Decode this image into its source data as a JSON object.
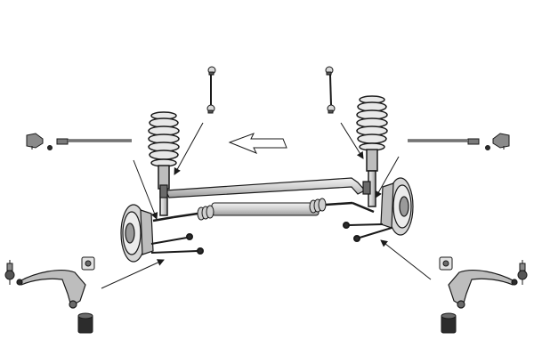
{
  "diagram": {
    "description_free": true,
    "colors": {
      "background": "#ffffff",
      "line": "#1a1a1a",
      "part_light": "#e2e2e2",
      "part_mid": "#bdbdbd",
      "part_dark": "#6a6a6a",
      "part_black": "#2c2c2c"
    },
    "parts": [
      "stabilizer-link-left",
      "stabilizer-link-right",
      "coil-spring-left",
      "coil-spring-right",
      "tie-rod-left",
      "tie-rod-right",
      "tie-rod-end-left",
      "tie-rod-end-right",
      "direction-arrow",
      "axle-beam",
      "steering-rack",
      "brake-disc-left",
      "brake-disc-right",
      "lower-links-left",
      "lower-links-right",
      "control-arm-left",
      "control-arm-right",
      "ball-joint-left",
      "ball-joint-right",
      "bushing-left",
      "bushing-right",
      "leader-arrows"
    ]
  }
}
